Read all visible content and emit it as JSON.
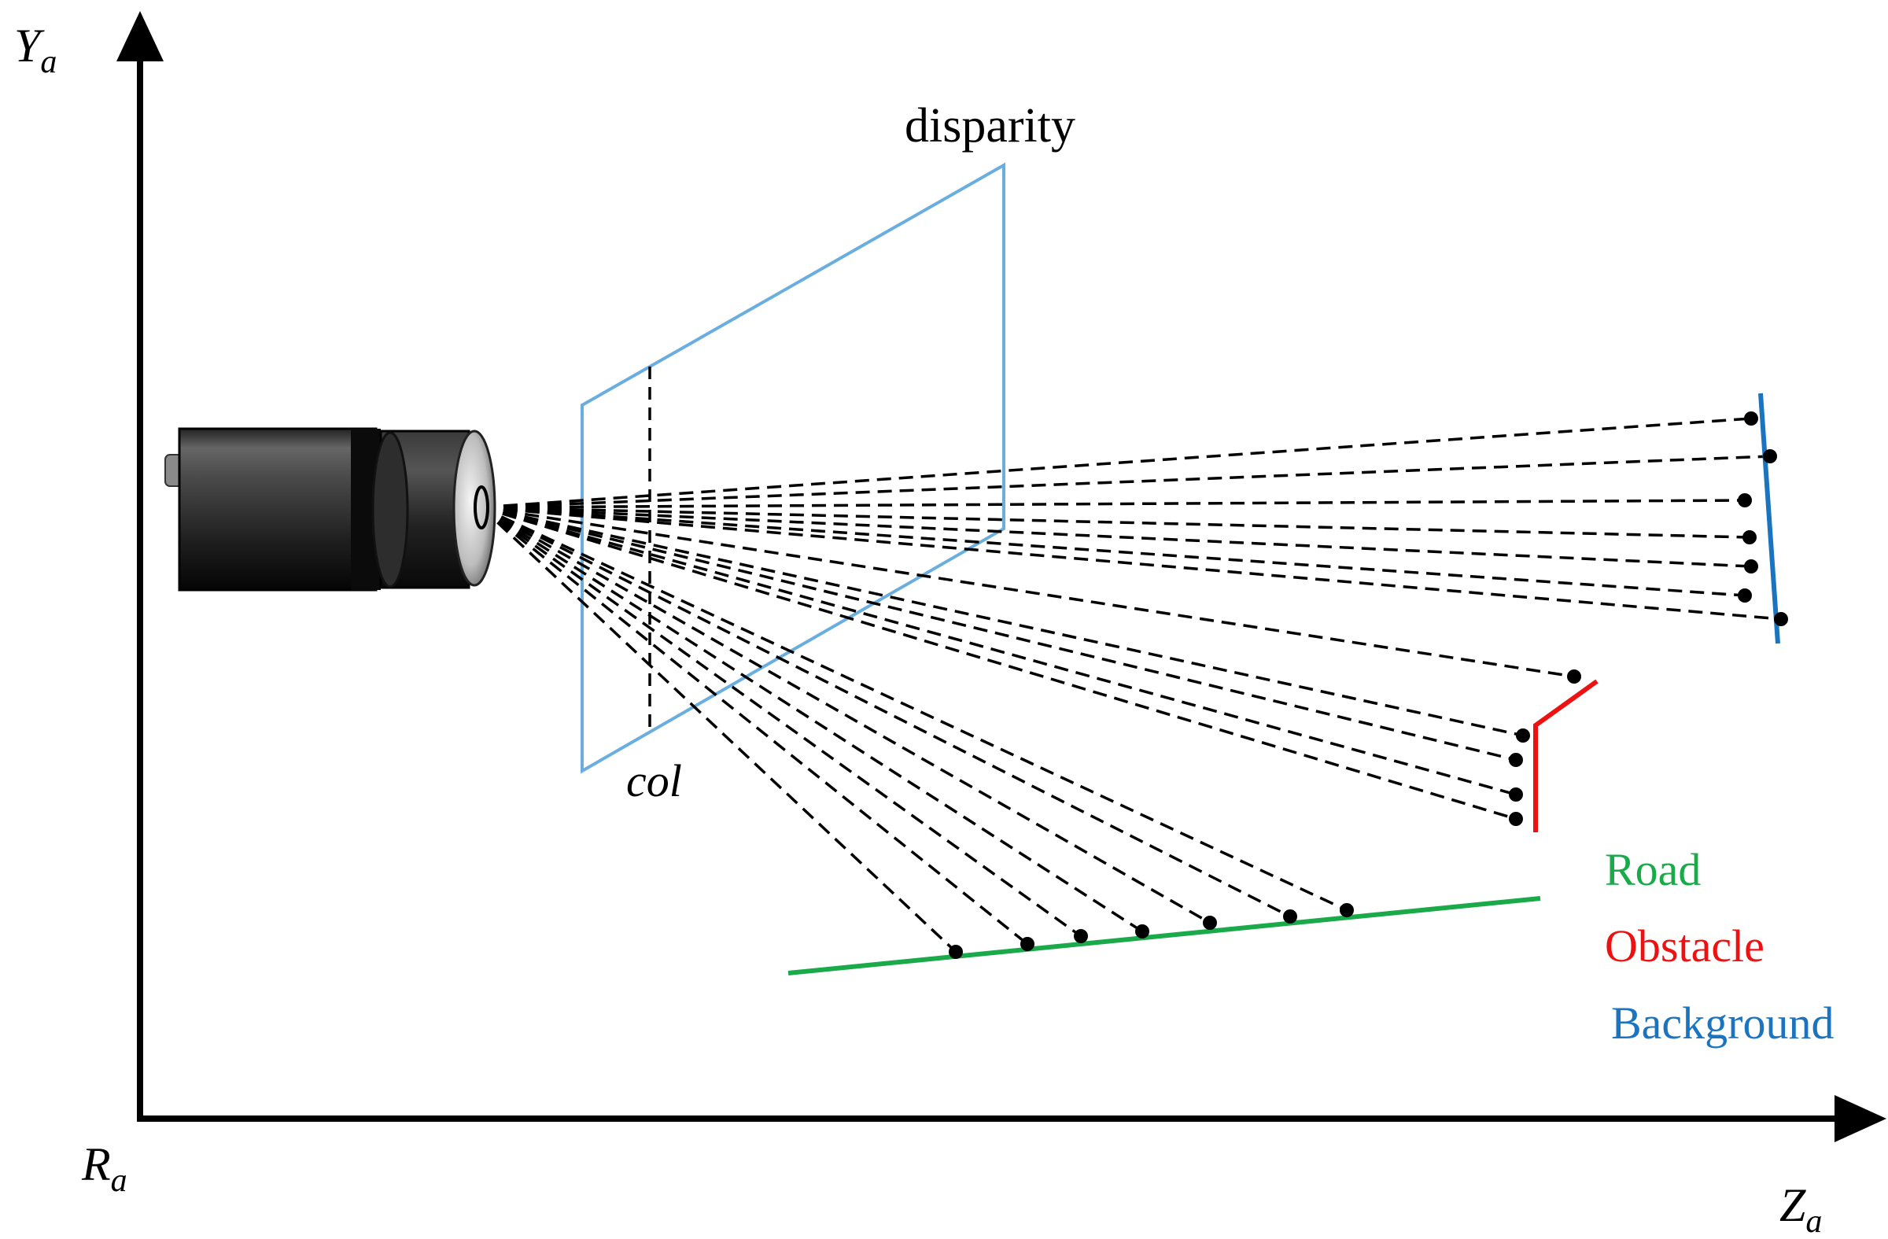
{
  "axes": {
    "y_label": "Y",
    "y_sub": "a",
    "z_label": "Z",
    "z_sub": "a",
    "origin_label": "R",
    "origin_sub": "a"
  },
  "plane": {
    "title": "disparity",
    "column_label": "col"
  },
  "legend": [
    {
      "key": "road",
      "label": "Road",
      "color": "#1aaa4a"
    },
    {
      "key": "obstacle",
      "label": "Obstacle",
      "color": "#ee1111"
    },
    {
      "key": "background",
      "label": "Background",
      "color": "#1b74c0"
    }
  ],
  "colors": {
    "axis": "#000000",
    "plane": "#6aaee0",
    "rays": "#000000",
    "road": "#1aaa4a",
    "obstacle": "#ee1111",
    "background": "#1b74c0"
  },
  "icons": {
    "camera": "camera-icon"
  }
}
